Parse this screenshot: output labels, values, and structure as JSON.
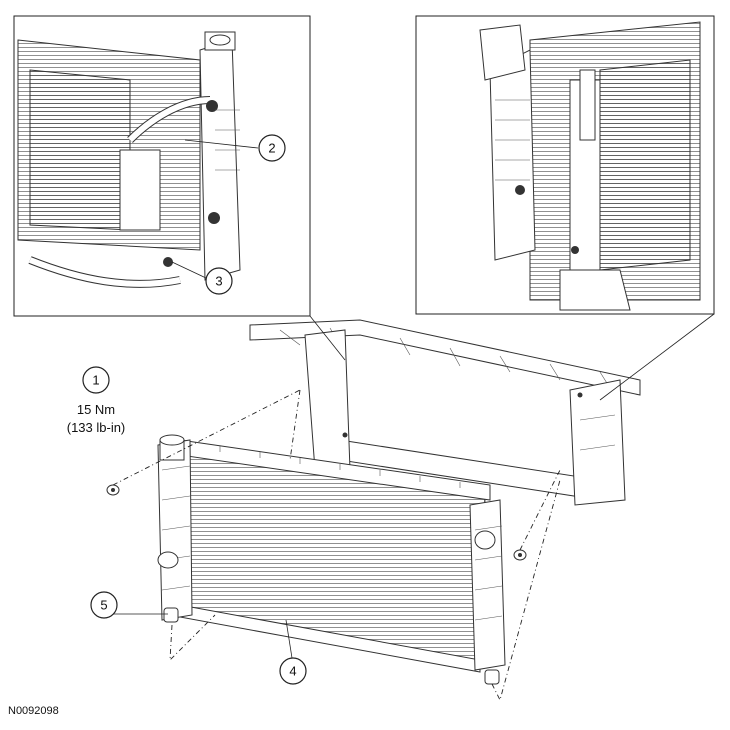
{
  "figure_id": "N0092098",
  "callouts": [
    {
      "label": "1"
    },
    {
      "label": "2"
    },
    {
      "label": "3"
    },
    {
      "label": "4"
    },
    {
      "label": "5"
    }
  ],
  "torque_spec": {
    "value": "15 Nm",
    "alt": "(133 lb-in)"
  }
}
